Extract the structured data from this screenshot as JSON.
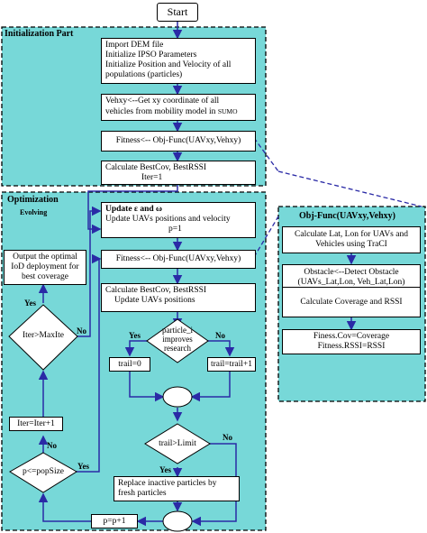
{
  "colors": {
    "panel": "#77d8d8",
    "arrow": "#2a2aa6",
    "border": "#000000"
  },
  "start": "Start",
  "init": {
    "title": "Initialization Part",
    "b1": [
      "Import DEM file",
      "Initialize IPSO Parameters",
      "Initialize Position and Velocity of all",
      "populations (particles)"
    ],
    "b2": [
      "Vehxy<--Get xy coordinate of all",
      "vehicles from mobility model in"
    ],
    "b2_sumo": "SUMO",
    "b3": "Fitness<-- Obj-Func(UAVxy,Vehxy)",
    "b4": [
      "Calculate BestCov, BestRSSI",
      "Iter=1"
    ]
  },
  "opt": {
    "title": "Optimization",
    "subtitle": "Evolving",
    "b1": [
      "Update ε and ω",
      "Update UAVs positions and velocity",
      "p=1"
    ],
    "b2": "Fitness<-- Obj-Func(UAVxy,Vehxy)",
    "b3": [
      "Calculate BestCov, BestRSSI",
      "Update UAVs positions"
    ],
    "d1": [
      "particle_i",
      "improves",
      "research"
    ],
    "trail0": "trail=0",
    "trail1": "trail=trail+1",
    "d2": "trail>Limit",
    "b4": [
      "Replace inactive particles by",
      "fresh particles"
    ],
    "pp": "p=p+1",
    "d3": "p<=popSize",
    "iter": "Iter=Iter+1",
    "d4": "Iter>MaxIte",
    "out": [
      "Output the optimal",
      "IoD deployment for",
      "best coverage"
    ]
  },
  "obj": {
    "title": "Obj-Func(UAVxy,Vehxy)",
    "b1": [
      "Calculate Lat, Lon for UAVs and",
      "Vehicles using TraCI"
    ],
    "b2": [
      "Obstacle<--Detect Obstacle",
      "(UAVs_Lat,Lon, Veh_Lat,Lon)"
    ],
    "b3": "Calculate Coverage and RSSI",
    "b4": [
      "Finess.Cov=Coverage",
      "Fitness.RSSI=RSSI"
    ]
  },
  "labels": {
    "yes": "Yes",
    "no": "No"
  }
}
